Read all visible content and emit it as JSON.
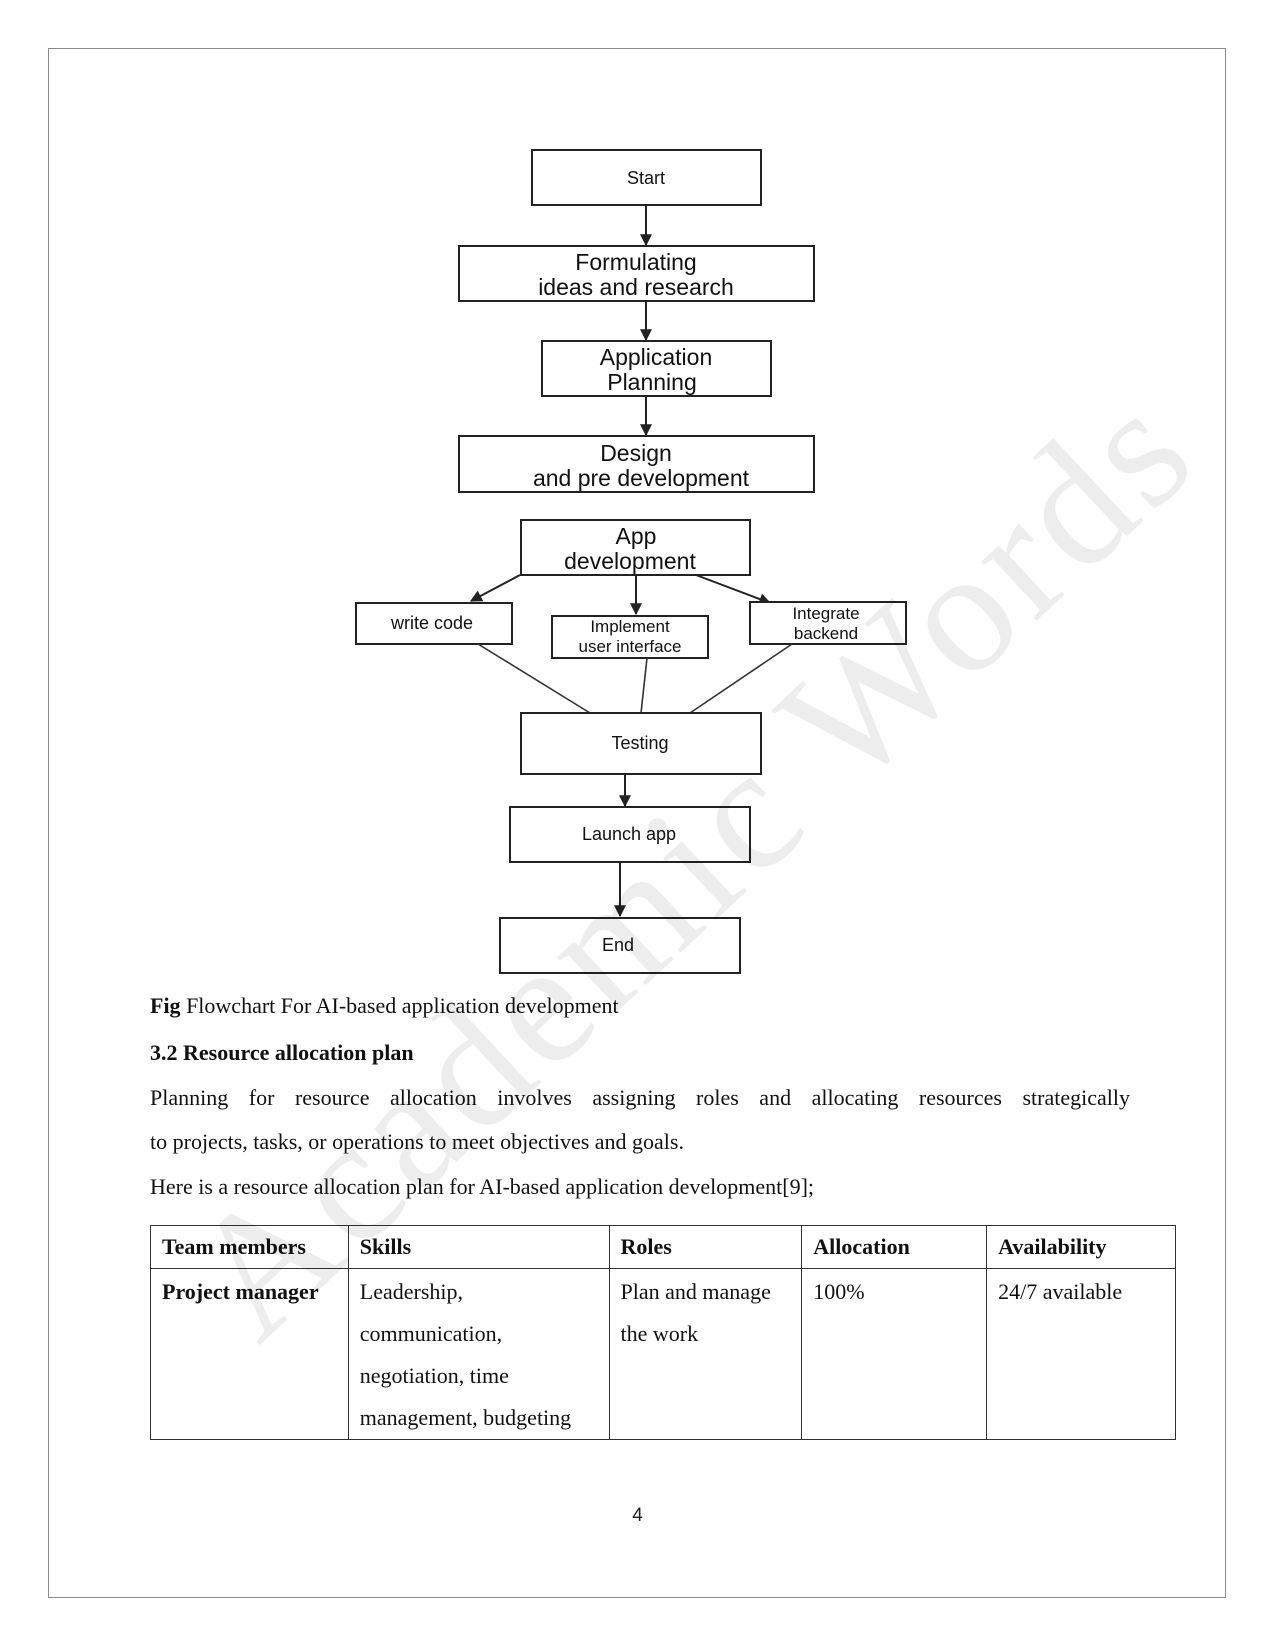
{
  "flowchart": {
    "start": "Start",
    "formulating": [
      "Formulating",
      "ideas and research"
    ],
    "planning": [
      "Application",
      "Planning"
    ],
    "design": [
      "Design",
      "and pre development"
    ],
    "app_dev": [
      "App",
      "development"
    ],
    "write_code": "write code",
    "implement_ui": [
      "Implement",
      "user interface"
    ],
    "integrate": [
      "Integrate",
      "backend"
    ],
    "testing": "Testing",
    "launch": "Launch app",
    "end": "End"
  },
  "caption": {
    "label": "Fig",
    "text": " Flowchart For AI-based application development"
  },
  "section": {
    "heading": "3.2 Resource allocation plan",
    "para1_line1": "Planning for resource allocation involves assigning roles and allocating resources strategically",
    "para1_line2": "to projects, tasks, or operations to meet objectives and goals.",
    "para2": "Here is a resource allocation plan for AI-based application development[9];"
  },
  "table": {
    "headers": [
      "Team members",
      "Skills",
      "Roles",
      "Allocation",
      "Availability"
    ],
    "rows": [
      {
        "member": "Project manager",
        "skills": "Leadership, communication, negotiation, time management, budgeting",
        "roles": "Plan and manage the work",
        "allocation": "100%",
        "availability": "24/7 available"
      }
    ]
  },
  "watermark": "Academic Words",
  "page_number": "4"
}
